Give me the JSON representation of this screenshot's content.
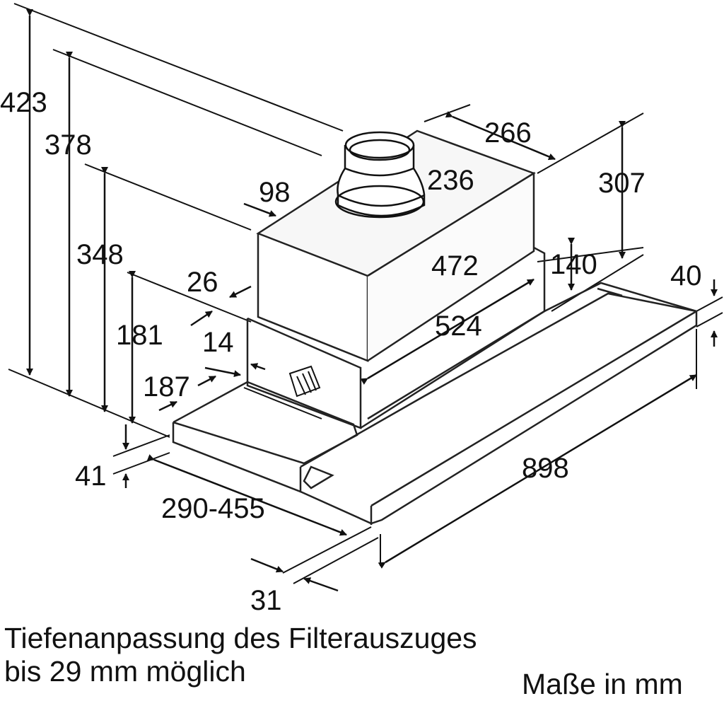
{
  "dimensions": {
    "overall_height": "423",
    "height_378": "378",
    "height_348": "348",
    "height_181": "181",
    "offset_98": "98",
    "offset_26": "26",
    "offset_14": "14",
    "depth_187": "187",
    "panel_41": "41",
    "pullout_depth": "290-455",
    "front_31": "31",
    "duct_width": "266",
    "duct_diameter": "236",
    "duct_height": "307",
    "body_depth_472": "472",
    "step_140": "140",
    "body_depth_524": "524",
    "front_height_40": "40",
    "width_898": "898"
  },
  "notes": {
    "line1": "Tiefenanpassung des Filterauszuges",
    "line2": "bis 29 mm möglich",
    "units": "Maße in mm"
  }
}
